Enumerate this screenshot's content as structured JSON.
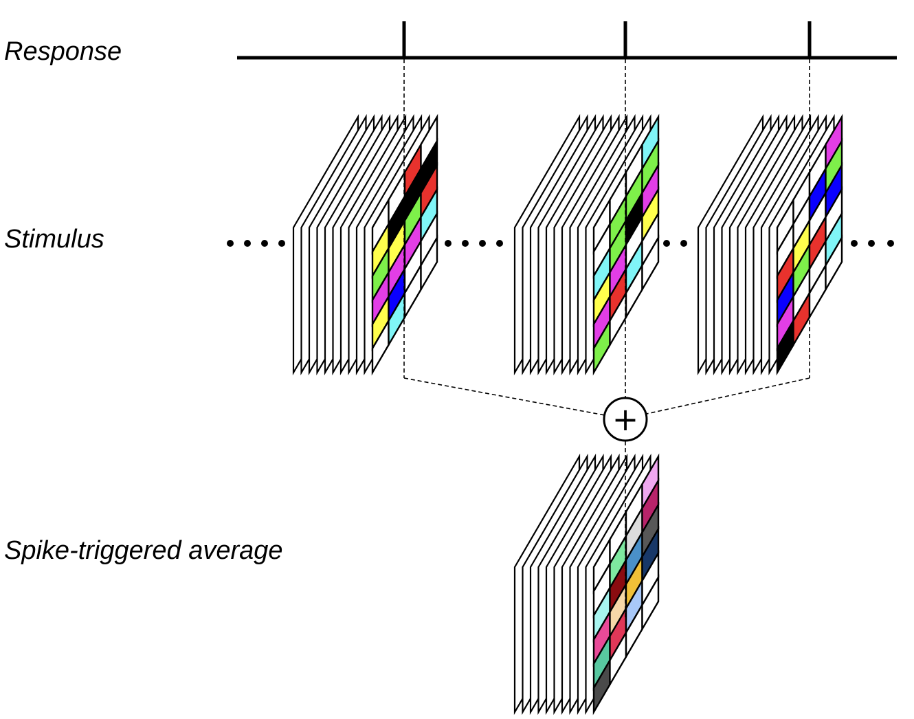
{
  "labels": {
    "response": "Response",
    "stimulus": "Stimulus",
    "spike_triggered_average": "Spike-triggered average"
  },
  "operator_symbol": "+",
  "colors": {
    "stroke": "#000000",
    "yellow": "#ffff4d",
    "black": "#000000",
    "red": "#e8322d",
    "green": "#7ef04a",
    "magenta": "#e23ee6",
    "blue": "#0a00ff",
    "cyan": "#80f5f7",
    "white": "#ffffff"
  },
  "stimulus_stacks": [
    {
      "name": "stimulus-stack-1",
      "grid": [
        [
          "white",
          "white",
          "red",
          "white"
        ],
        [
          "yellow",
          "black",
          "black",
          "black"
        ],
        [
          "green",
          "yellow",
          "green",
          "red"
        ],
        [
          "magenta",
          "magenta",
          "magenta",
          "cyan"
        ],
        [
          "yellow",
          "blue",
          "white",
          "white"
        ],
        [
          "white",
          "cyan",
          "white",
          "white"
        ]
      ]
    },
    {
      "name": "stimulus-stack-2",
      "grid": [
        [
          "white",
          "white",
          "white",
          "cyan"
        ],
        [
          "white",
          "green",
          "green",
          "green"
        ],
        [
          "cyan",
          "green",
          "black",
          "magenta"
        ],
        [
          "yellow",
          "magenta",
          "white",
          "yellow"
        ],
        [
          "magenta",
          "red",
          "cyan",
          "white"
        ],
        [
          "green",
          "white",
          "white",
          "white"
        ]
      ]
    },
    {
      "name": "stimulus-stack-3",
      "grid": [
        [
          "white",
          "white",
          "white",
          "magenta"
        ],
        [
          "white",
          "white",
          "blue",
          "green"
        ],
        [
          "red",
          "yellow",
          "white",
          "blue"
        ],
        [
          "blue",
          "green",
          "red",
          "white"
        ],
        [
          "magenta",
          "white",
          "white",
          "cyan"
        ],
        [
          "black",
          "red",
          "white",
          "white"
        ]
      ]
    }
  ],
  "sta_stack": {
    "name": "sta-stack",
    "grid": [
      [
        "white",
        "white",
        "white",
        "#f0a8f0"
      ],
      [
        "white",
        "#7ee8a0",
        "#dcdcdc",
        "#b8246a"
      ],
      [
        "#a8f5f0",
        "#8a0c10",
        "#4a90c8",
        "#585858"
      ],
      [
        "#e84a98",
        "#f6d8a8",
        "#f0c038",
        "#183868"
      ],
      [
        "#58c8a0",
        "#e03858",
        "#a8c8f8",
        "white"
      ],
      [
        "#4a4a4a",
        "white",
        "white",
        "white"
      ]
    ]
  }
}
